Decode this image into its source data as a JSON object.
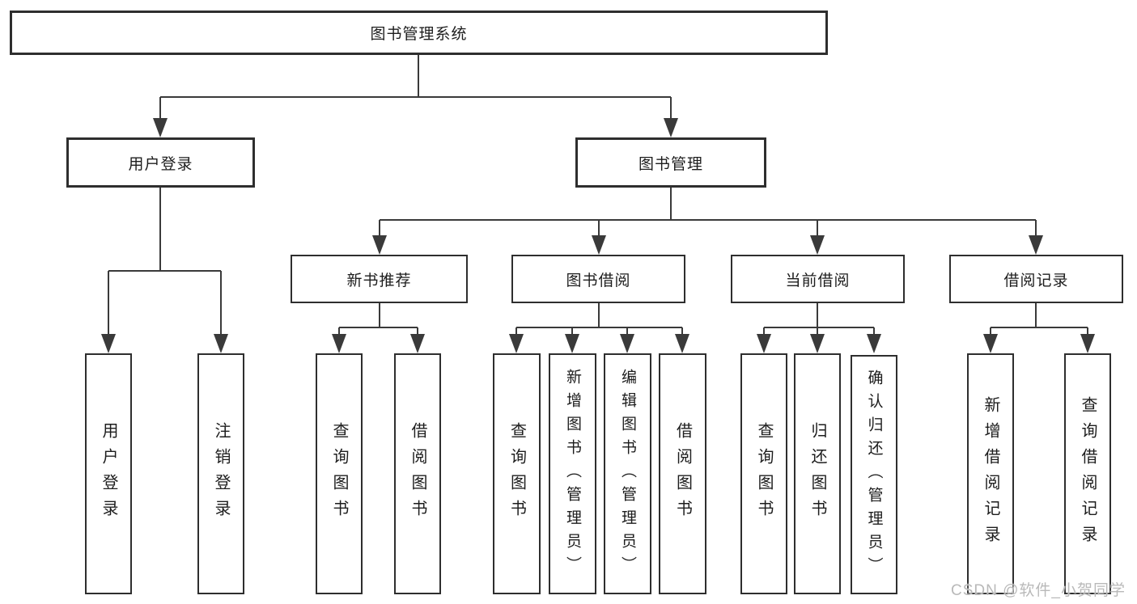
{
  "diagram": {
    "type": "hierarchy-tree",
    "tree": {
      "label": "图书管理系统",
      "children": [
        {
          "label": "用户登录",
          "children": [
            {
              "label": "用户登录"
            },
            {
              "label": "注销登录"
            }
          ]
        },
        {
          "label": "图书管理",
          "children": [
            {
              "label": "新书推荐",
              "children": [
                {
                  "label": "查询图书"
                },
                {
                  "label": "借阅图书"
                }
              ]
            },
            {
              "label": "图书借阅",
              "children": [
                {
                  "label": "查询图书"
                },
                {
                  "label": "新增图书（管理员）"
                },
                {
                  "label": "编辑图书（管理员）"
                },
                {
                  "label": "借阅图书"
                }
              ]
            },
            {
              "label": "当前借阅",
              "children": [
                {
                  "label": "查询图书"
                },
                {
                  "label": "归还图书"
                },
                {
                  "label": "确认归还（管理员）"
                }
              ]
            },
            {
              "label": "借阅记录",
              "children": [
                {
                  "label": "新增借阅记录"
                },
                {
                  "label": "查询借阅记录"
                }
              ]
            }
          ]
        }
      ]
    },
    "colors": {
      "background": "#ffffff",
      "line": "#3a3a3a",
      "box_border": "#2e2e2e",
      "text": "#1d1d1d",
      "watermark": "#b9b9b9"
    }
  },
  "watermark": {
    "text": "CSDN @软件_小贺同学"
  }
}
